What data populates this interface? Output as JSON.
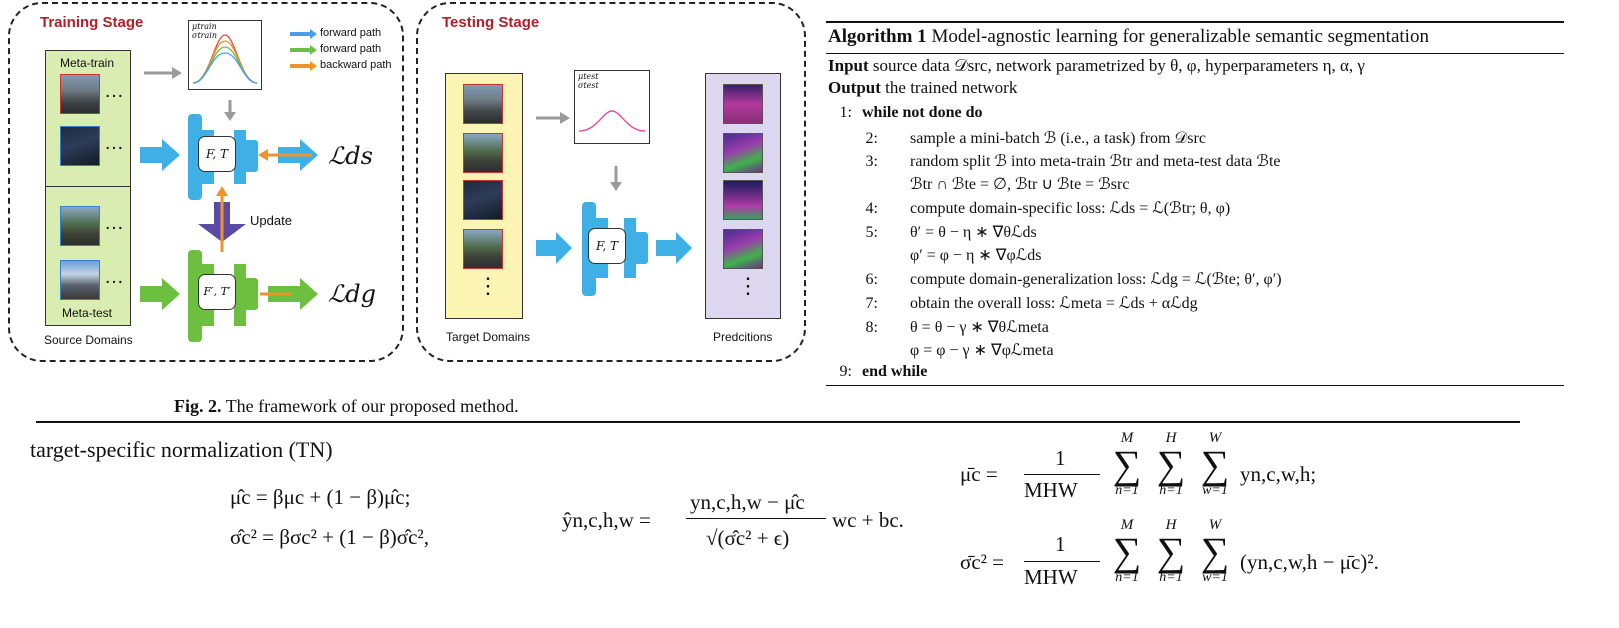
{
  "figure": {
    "training": {
      "title": "Training Stage",
      "meta_train_label": "Meta-train",
      "meta_test_label": "Meta-test",
      "source_label": "Source Domains",
      "gauss_mu": "μtrain",
      "gauss_sigma": "σtrain",
      "legend": [
        {
          "label": "forward path",
          "color": "#4a9ee8"
        },
        {
          "label": "forward path",
          "color": "#6cc04a"
        },
        {
          "label": "backward path",
          "color": "#f0932b"
        }
      ],
      "update_label": "Update",
      "net_top": "F, T",
      "net_bottom": "F′, T′",
      "loss_ds": "ℒds",
      "loss_dg": "ℒdg",
      "ellipsis": "…"
    },
    "testing": {
      "title": "Testing Stage",
      "gauss_mu": "μtest",
      "gauss_sigma": "σtest",
      "net": "F, T",
      "target_label": "Target Domains",
      "pred_label": "Predcitions",
      "vdots": "⋮"
    },
    "caption_bold": "Fig. 2.",
    "caption_text": "The framework of our proposed method."
  },
  "algorithm": {
    "title_bold": "Algorithm 1",
    "title_text": "Model-agnostic learning for generalizable semantic segmentation",
    "input_bold": "Input",
    "input_text": "source data 𝒟src, network parametrized by θ, φ, hyperparameters η, α, γ",
    "output_bold": "Output",
    "output_text": "the trained network",
    "lines": [
      {
        "num": "1:",
        "text": "while not done do"
      },
      {
        "num": "2:",
        "text": "sample a mini-batch ℬ (i.e., a task) from 𝒟src"
      },
      {
        "num": "3:",
        "text": "random split ℬ into meta-train ℬtr and meta-test data ℬte"
      },
      {
        "num": "",
        "text": "ℬtr ∩ ℬte = ∅, ℬtr ∪ ℬte = ℬsrc"
      },
      {
        "num": "4:",
        "text": "compute domain-specific loss: ℒds = ℒ(ℬtr; θ, φ)"
      },
      {
        "num": "5:",
        "text": "θ′ = θ − η ∗ ∇θℒds"
      },
      {
        "num": "",
        "text": "φ′ = φ − η ∗ ∇φℒds"
      },
      {
        "num": "6:",
        "text": "compute domain-generalization loss: ℒdg = ℒ(ℬte; θ′, φ′)"
      },
      {
        "num": "7:",
        "text": "obtain the overall loss: ℒmeta = ℒds + αℒdg"
      },
      {
        "num": "8:",
        "text": "θ = θ − γ ∗ ∇θℒmeta"
      },
      {
        "num": "",
        "text": "φ = φ − γ ∗ ∇φℒmeta"
      },
      {
        "num": "9:",
        "text": "end while"
      }
    ]
  },
  "section_title": "target-specific normalization (TN)",
  "formulas": {
    "mu_hat": "μ̂c = βμc + (1 − β)μ̂c;",
    "sigma_hat": "σ̂c² = βσc² + (1 − β)σ̂c²,",
    "y_hat_lhs": "ŷn,c,h,w =",
    "y_hat_num": "yn,c,h,w − μ̂c",
    "y_hat_den": "√(σ̂c² + ϵ)",
    "y_hat_rhs": "wc + bc.",
    "mu_bar_lhs": "μ̄c =",
    "mu_bar_rhs": "yn,c,w,h;",
    "sigma_bar_lhs": "σ̄c² =",
    "sigma_bar_rhs": "(yn,c,w,h − μ̄c)².",
    "frac_num": "1",
    "frac_den": "MHW",
    "sum_top": [
      "M",
      "H",
      "W"
    ],
    "sum_bottom": [
      "n=1",
      "h=1",
      "w=1"
    ],
    "sigma_sym": "∑"
  },
  "colors": {
    "blue": "#3fb0e6",
    "green": "#6cbf3f",
    "orange": "#f0932b",
    "purple": "#5a4aa6",
    "meta_bg": "#d9ecb2",
    "target_bg": "#fbf4b3",
    "pred_bg": "#dcd6ee",
    "stage_title": "#b0202a"
  }
}
